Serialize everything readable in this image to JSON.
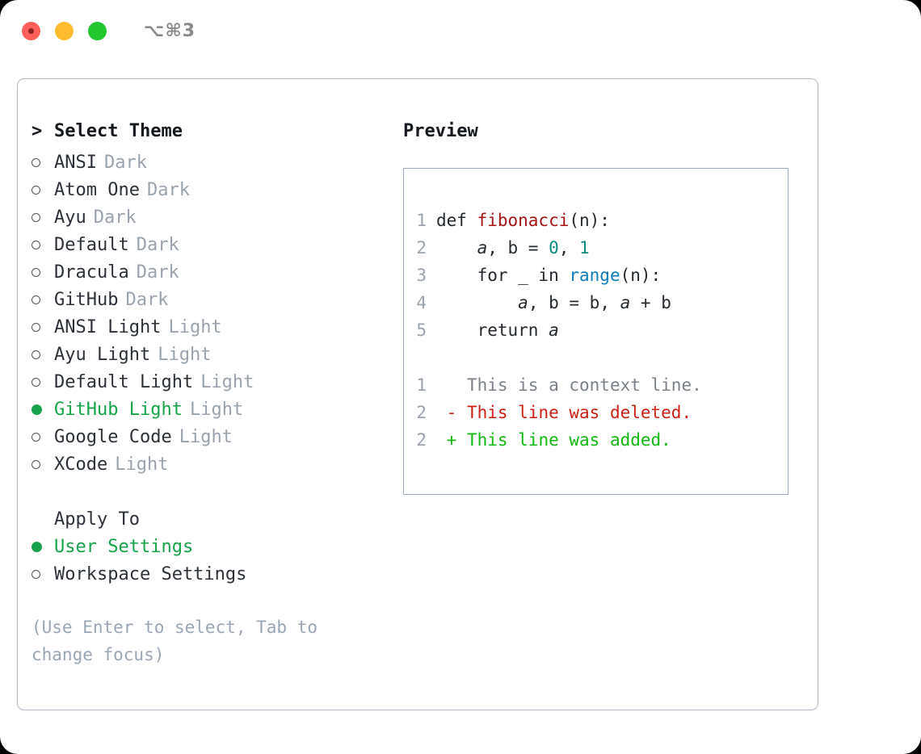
{
  "titlebar": {
    "shortcut": "⌥⌘3",
    "buttons": {
      "close": "close",
      "minimize": "minimize",
      "zoom": "zoom"
    }
  },
  "theme_list": {
    "prompt": ">",
    "title": "Select Theme",
    "items": [
      {
        "marker": "○",
        "name": "ANSI",
        "variant": "Dark",
        "selected": false
      },
      {
        "marker": "○",
        "name": "Atom One",
        "variant": "Dark",
        "selected": false
      },
      {
        "marker": "○",
        "name": "Ayu",
        "variant": "Dark",
        "selected": false
      },
      {
        "marker": "○",
        "name": "Default",
        "variant": "Dark",
        "selected": false
      },
      {
        "marker": "○",
        "name": "Dracula",
        "variant": "Dark",
        "selected": false
      },
      {
        "marker": "○",
        "name": "GitHub",
        "variant": "Dark",
        "selected": false
      },
      {
        "marker": "○",
        "name": "ANSI Light",
        "variant": "Light",
        "selected": false
      },
      {
        "marker": "○",
        "name": "Ayu Light",
        "variant": "Light",
        "selected": false
      },
      {
        "marker": "○",
        "name": "Default Light",
        "variant": "Light",
        "selected": false
      },
      {
        "marker": "●",
        "name": "GitHub Light",
        "variant": "Light",
        "selected": true
      },
      {
        "marker": "○",
        "name": "Google Code",
        "variant": "Light",
        "selected": false
      },
      {
        "marker": "○",
        "name": "XCode",
        "variant": "Light",
        "selected": false
      }
    ]
  },
  "apply_to": {
    "title": "Apply To",
    "items": [
      {
        "name": "User Settings",
        "selected": true
      },
      {
        "name": "Workspace Settings",
        "selected": false
      }
    ]
  },
  "hint": "(Use Enter to select, Tab to change focus)",
  "preview": {
    "title": "Preview",
    "code_lines": [
      {
        "number": "1",
        "tokens": [
          {
            "t": "def ",
            "c": "plain"
          },
          {
            "t": "fibonacci",
            "c": "fn"
          },
          {
            "t": "(n):",
            "c": "plain"
          }
        ]
      },
      {
        "number": "2",
        "tokens": [
          {
            "t": "    ",
            "c": "plain"
          },
          {
            "t": "a",
            "c": "var"
          },
          {
            "t": ", b = ",
            "c": "plain"
          },
          {
            "t": "0",
            "c": "num"
          },
          {
            "t": ", ",
            "c": "plain"
          },
          {
            "t": "1",
            "c": "num"
          }
        ]
      },
      {
        "number": "3",
        "tokens": [
          {
            "t": "    for _ in ",
            "c": "plain"
          },
          {
            "t": "range",
            "c": "call"
          },
          {
            "t": "(n):",
            "c": "plain"
          }
        ]
      },
      {
        "number": "4",
        "tokens": [
          {
            "t": "        ",
            "c": "plain"
          },
          {
            "t": "a",
            "c": "var"
          },
          {
            "t": ", b = b, ",
            "c": "plain"
          },
          {
            "t": "a",
            "c": "var"
          },
          {
            "t": " + b",
            "c": "plain"
          }
        ]
      },
      {
        "number": "5",
        "tokens": [
          {
            "t": "    return ",
            "c": "plain"
          },
          {
            "t": "a",
            "c": "var"
          }
        ]
      }
    ],
    "diff_lines": [
      {
        "number": "1",
        "sign": " ",
        "text": "This is a context line.",
        "kind": "context"
      },
      {
        "number": "2",
        "sign": "-",
        "text": "This line was deleted.",
        "kind": "deleted"
      },
      {
        "number": "2",
        "sign": "+",
        "text": "This line was added.",
        "kind": "added"
      }
    ]
  },
  "colors": {
    "accent_green": "#16a34a",
    "diff_add": "#10b810",
    "diff_del": "#cc1f13",
    "fn_red": "#a31515",
    "num_teal": "#0b8a7d",
    "call_blue": "#0b7cba",
    "muted": "#9aa3ad",
    "border": "#aeb7c2"
  }
}
